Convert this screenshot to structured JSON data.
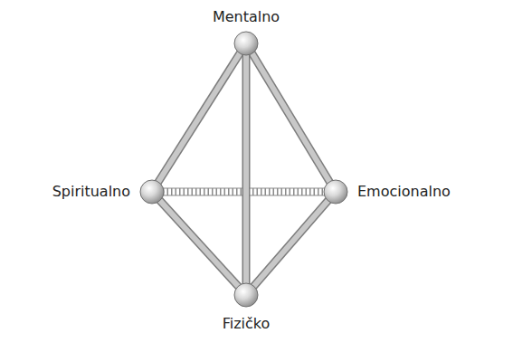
{
  "diagram": {
    "nodes": [
      {
        "text": [
          "Mentalno"
        ]
      },
      {
        "text": [
          "Spiritualno"
        ]
      },
      {
        "text": [
          "Emocionalno"
        ]
      },
      {
        "text": [
          "Fizičko"
        ]
      }
    ],
    "edges": [
      {
        "from": 0,
        "to": 1,
        "arrow": "none"
      },
      {
        "from": 0,
        "to": 2,
        "arrow": "none"
      },
      {
        "from": 0,
        "to": 3,
        "arrow": "none"
      },
      {
        "from": 1,
        "to": 3,
        "arrow": "none"
      },
      {
        "from": 2,
        "to": 3,
        "arrow": "none"
      },
      {
        "from": 1,
        "to": 2,
        "arrow": "none"
      }
    ]
  }
}
